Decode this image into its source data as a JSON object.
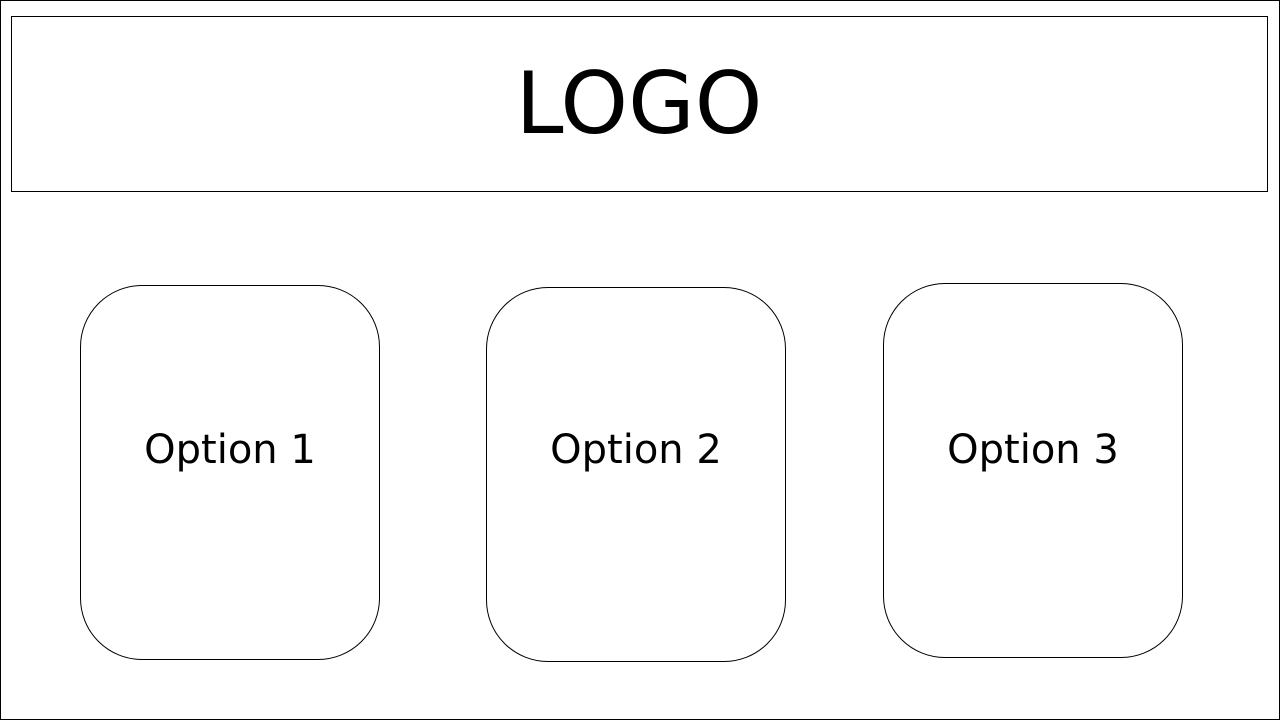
{
  "header": {
    "logo_text": "LOGO"
  },
  "options": [
    {
      "label": "Option 1"
    },
    {
      "label": "Option 2"
    },
    {
      "label": "Option 3"
    }
  ],
  "colors": {
    "stroke": "#000000",
    "background": "#ffffff"
  }
}
